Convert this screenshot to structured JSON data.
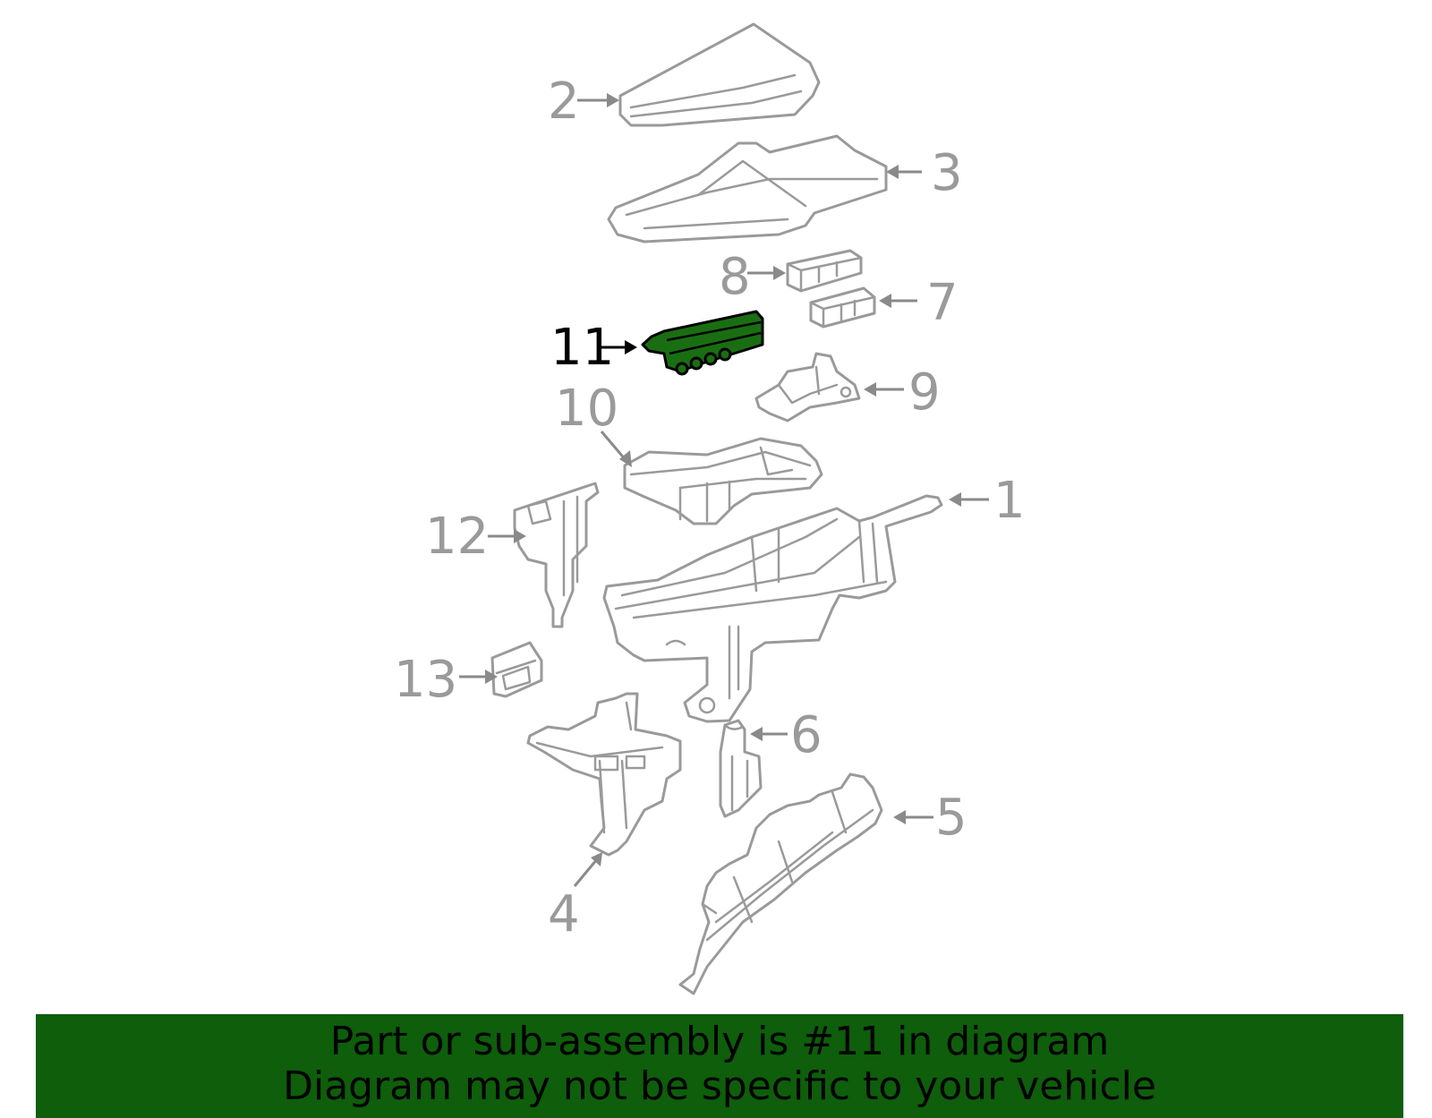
{
  "callouts": {
    "p1": "1",
    "p2": "2",
    "p3": "3",
    "p4": "4",
    "p5": "5",
    "p6": "6",
    "p7": "7",
    "p8": "8",
    "p9": "9",
    "p10": "10",
    "p11": "11",
    "p12": "12",
    "p13": "13"
  },
  "highlight": {
    "part": "11",
    "color": "#1a6e12"
  },
  "footer": {
    "line1": "Part or sub-assembly is #11 in diagram",
    "line2": "Diagram may not be specific to your vehicle",
    "background": "#0e5e0b"
  }
}
